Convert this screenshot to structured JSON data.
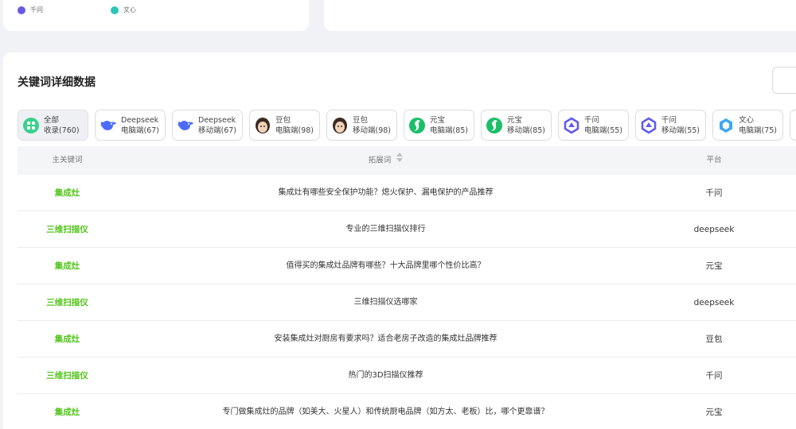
{
  "legend": [
    {
      "label": "千问",
      "color": "#6a5ae0"
    },
    {
      "label": "文心",
      "color": "#2ec4b6"
    }
  ],
  "section_title": "关键词详细数据",
  "chips": [
    {
      "name": "全部",
      "sub": "收录(760)",
      "icon": "grid-icon",
      "active": true
    },
    {
      "name": "Deepseek",
      "sub": "电脑端(67)",
      "icon": "deepseek-icon"
    },
    {
      "name": "Deepseek",
      "sub": "移动端(67)",
      "icon": "deepseek-icon"
    },
    {
      "name": "豆包",
      "sub": "电脑端(98)",
      "icon": "doubao-icon"
    },
    {
      "name": "豆包",
      "sub": "移动端(98)",
      "icon": "doubao-icon"
    },
    {
      "name": "元宝",
      "sub": "电脑端(85)",
      "icon": "yuanbao-icon"
    },
    {
      "name": "元宝",
      "sub": "移动端(85)",
      "icon": "yuanbao-icon"
    },
    {
      "name": "千问",
      "sub": "电脑端(55)",
      "icon": "qianwen-icon"
    },
    {
      "name": "千问",
      "sub": "移动端(55)",
      "icon": "qianwen-icon"
    },
    {
      "name": "文心",
      "sub": "电脑端(75)",
      "icon": "wenxin-icon"
    }
  ],
  "table": {
    "headers": {
      "keyword": "主关键词",
      "extended": "拓展词",
      "platform": "平台"
    },
    "rows": [
      {
        "keyword": "集成灶",
        "extended": "集成灶有哪些安全保护功能？熄火保护、漏电保护的产品推荐",
        "platform": "千问"
      },
      {
        "keyword": "三维扫描仪",
        "extended": "专业的三维扫描仪排行",
        "platform": "deepseek"
      },
      {
        "keyword": "集成灶",
        "extended": "值得买的集成灶品牌有哪些？十大品牌里哪个性价比高？",
        "platform": "元宝"
      },
      {
        "keyword": "三维扫描仪",
        "extended": "三维扫描仪选哪家",
        "platform": "deepseek"
      },
      {
        "keyword": "集成灶",
        "extended": "安装集成灶对厨房有要求吗？适合老房子改造的集成灶品牌推荐",
        "platform": "豆包"
      },
      {
        "keyword": "三维扫描仪",
        "extended": "热门的3D扫描仪推荐",
        "platform": "千问"
      },
      {
        "keyword": "集成灶",
        "extended": "专门做集成灶的品牌（如美大、火星人）和传统厨电品牌（如方太、老板）比，哪个更靠谱？",
        "platform": "元宝"
      }
    ]
  }
}
